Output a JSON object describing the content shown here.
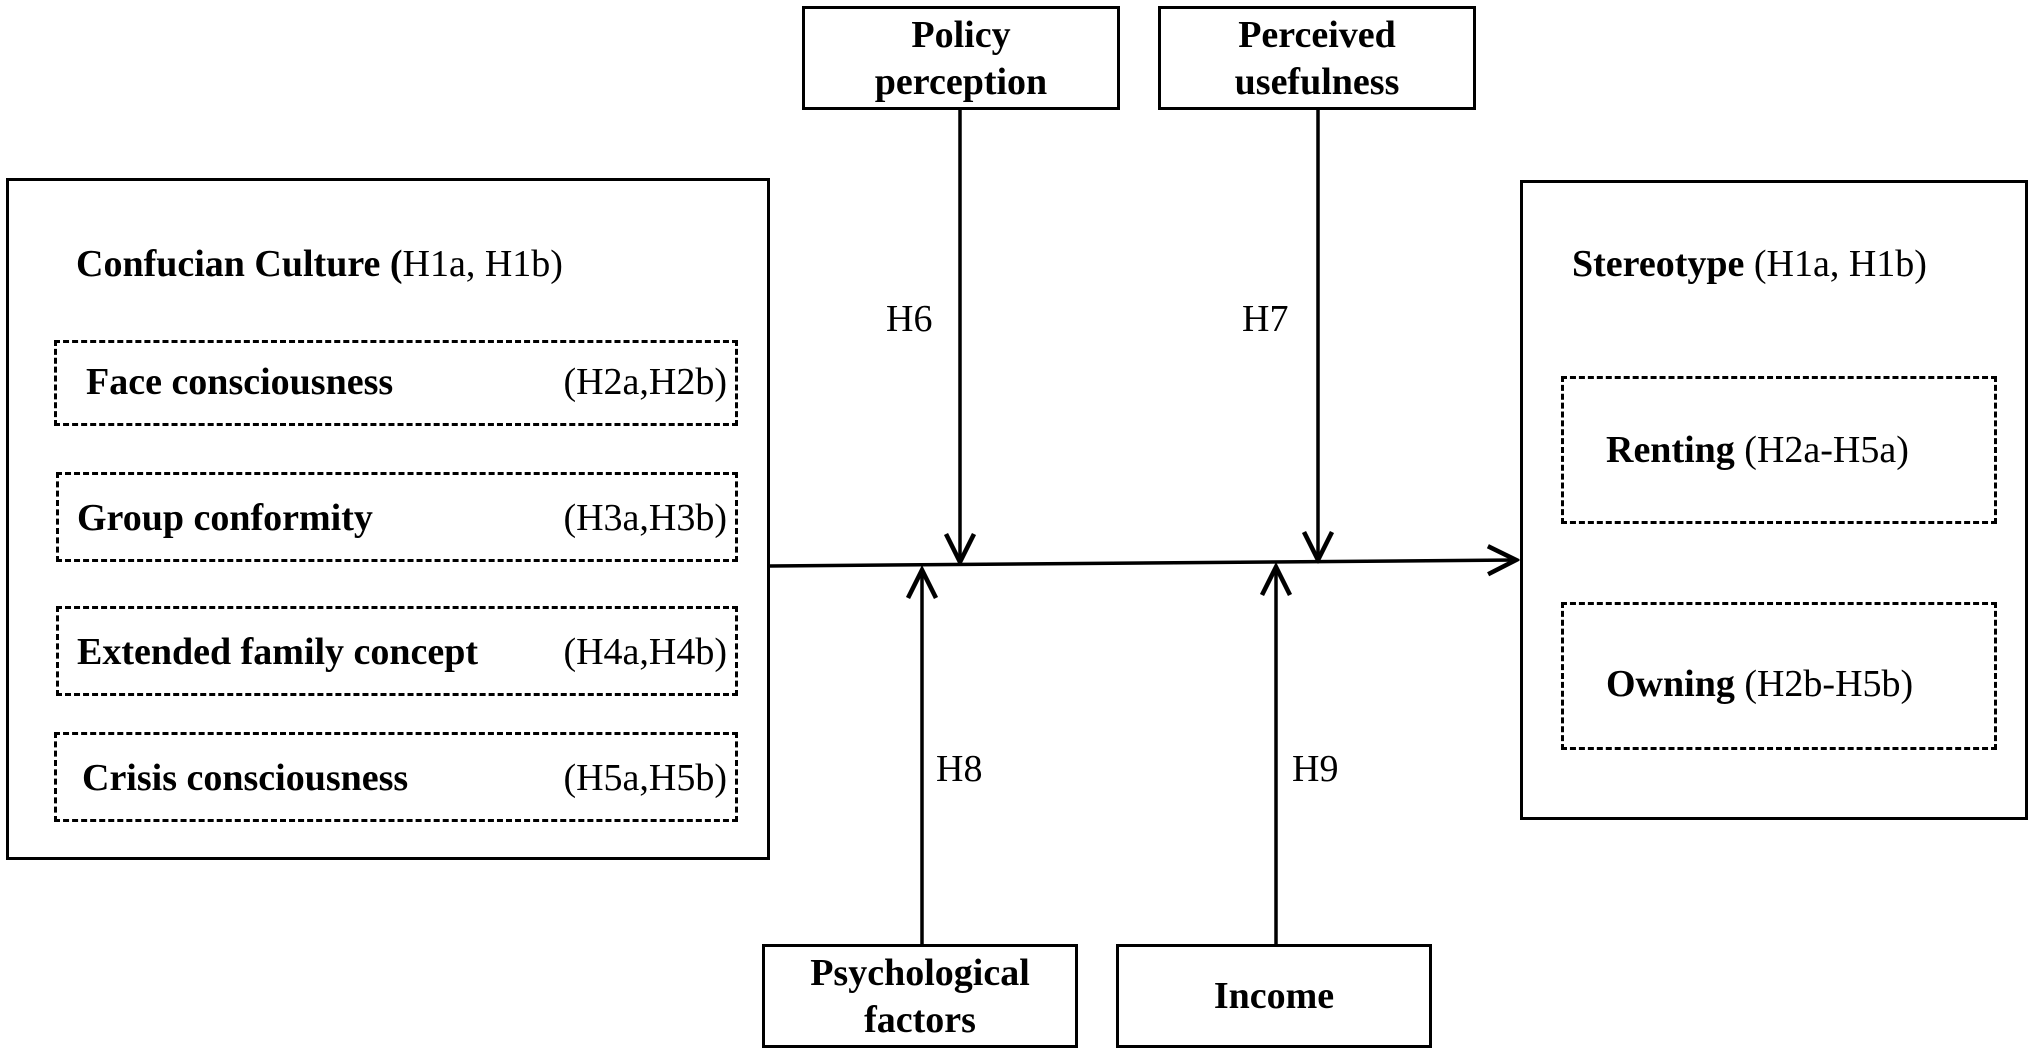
{
  "colors": {
    "stroke": "#000000",
    "background": "#ffffff"
  },
  "left_group": {
    "title_bold": "Confucian Culture (",
    "title_refs": "H1a, H1b)",
    "items": [
      {
        "label": "Face consciousness",
        "refs": "(H2a,H2b)"
      },
      {
        "label": "Group conformity",
        "refs": "(H3a,H3b)"
      },
      {
        "label": "Extended family concept",
        "refs": "(H4a,H4b)"
      },
      {
        "label": "Crisis consciousness",
        "refs": "(H5a,H5b)"
      }
    ]
  },
  "right_group": {
    "title_bold": "Stereotype",
    "title_refs": " (H1a, H1b)",
    "items": [
      {
        "label": "Renting",
        "refs": " (H2a-H5a)"
      },
      {
        "label": "Owning",
        "refs": " (H2b-H5b)"
      }
    ]
  },
  "moderators": {
    "policy_perception": {
      "line1": "Policy",
      "line2": "perception",
      "hypothesis": "H6"
    },
    "perceived_usefulness": {
      "line1": "Perceived",
      "line2": "usefulness",
      "hypothesis": "H7"
    },
    "psychological_factors": {
      "line1": "Psychological",
      "line2": "factors",
      "hypothesis": "H8"
    },
    "income": {
      "line1": "Income",
      "hypothesis": "H9"
    }
  }
}
